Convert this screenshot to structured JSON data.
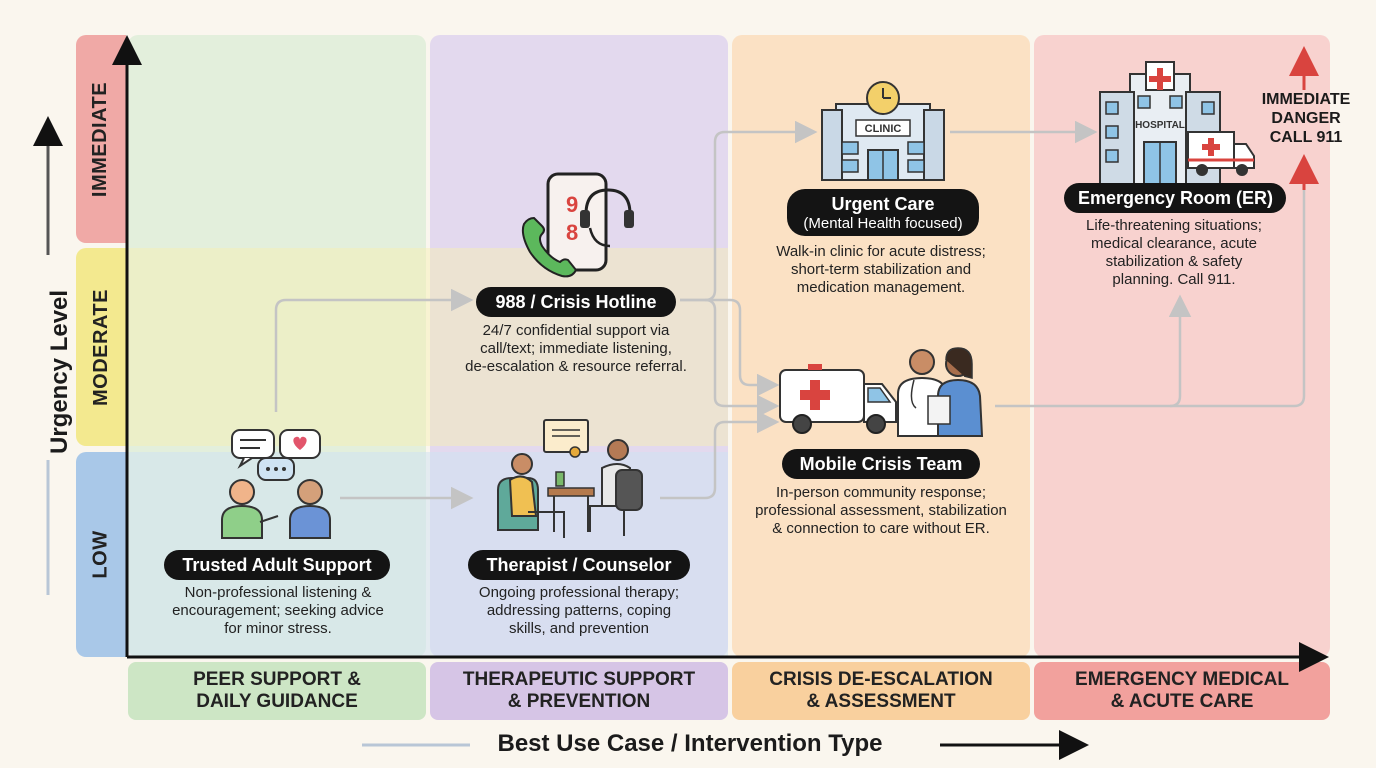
{
  "axes": {
    "y_title": "Urgency Level",
    "x_title": "Best Use Case / Intervention Type"
  },
  "rows": [
    "IMMEDIATE",
    "MODERATE",
    "LOW"
  ],
  "columns": [
    {
      "line1": "PEER SUPPORT &",
      "line2": "DAILY GUIDANCE",
      "color": "#d9ecd4"
    },
    {
      "line1": "THERAPEUTIC SUPPORT",
      "line2": "& PREVENTION",
      "color": "#dccfe8"
    },
    {
      "line1": "CRISIS DE-ESCALATION",
      "line2": "& ASSESSMENT",
      "color": "#fad9b2"
    },
    {
      "line1": "EMERGENCY MEDICAL",
      "line2": "& ACUTE CARE",
      "color": "#f3b3b0"
    }
  ],
  "nodes": {
    "trusted": {
      "title": "Trusted Adult Support",
      "desc": [
        "Non-professional listening &",
        "encouragement; seeking advice",
        "for minor stress."
      ]
    },
    "therapist": {
      "title": "Therapist / Counselor",
      "desc": [
        "Ongoing professional therapy;",
        "addressing patterns, coping",
        "skills, and prevention"
      ]
    },
    "hotline": {
      "title": "988 / Crisis Hotline",
      "desc": [
        "24/7 confidential support via",
        "call/text; immediate listening,",
        "de-escalation & resource referral."
      ],
      "phone_digits": "98"
    },
    "mobile": {
      "title": "Mobile Crisis Team",
      "desc": [
        "In-person community response;",
        "professional assessment, stabilization",
        "& connection to care without ER."
      ]
    },
    "urgent": {
      "title": "Urgent Care",
      "subtitle": "(Mental Health focused)",
      "desc": [
        "Walk-in clinic for acute distress;",
        "short-term stabilization and",
        "medication management."
      ],
      "sign": "CLINIC"
    },
    "er": {
      "title": "Emergency Room (ER)",
      "desc": [
        "Life-threatening situations;",
        "medical clearance, acute",
        "stabilization & safety",
        "planning. Call 911."
      ],
      "sign": "HOSPITAL"
    }
  },
  "danger": [
    "IMMEDIATE",
    "DANGER",
    "CALL 911"
  ],
  "colors": {
    "low": "#cfe2f3",
    "moderate": "#f6efb0",
    "immediate": "#f3b3b0",
    "arrow": "#c4c4c4",
    "danger_arrow": "#d9443f"
  }
}
